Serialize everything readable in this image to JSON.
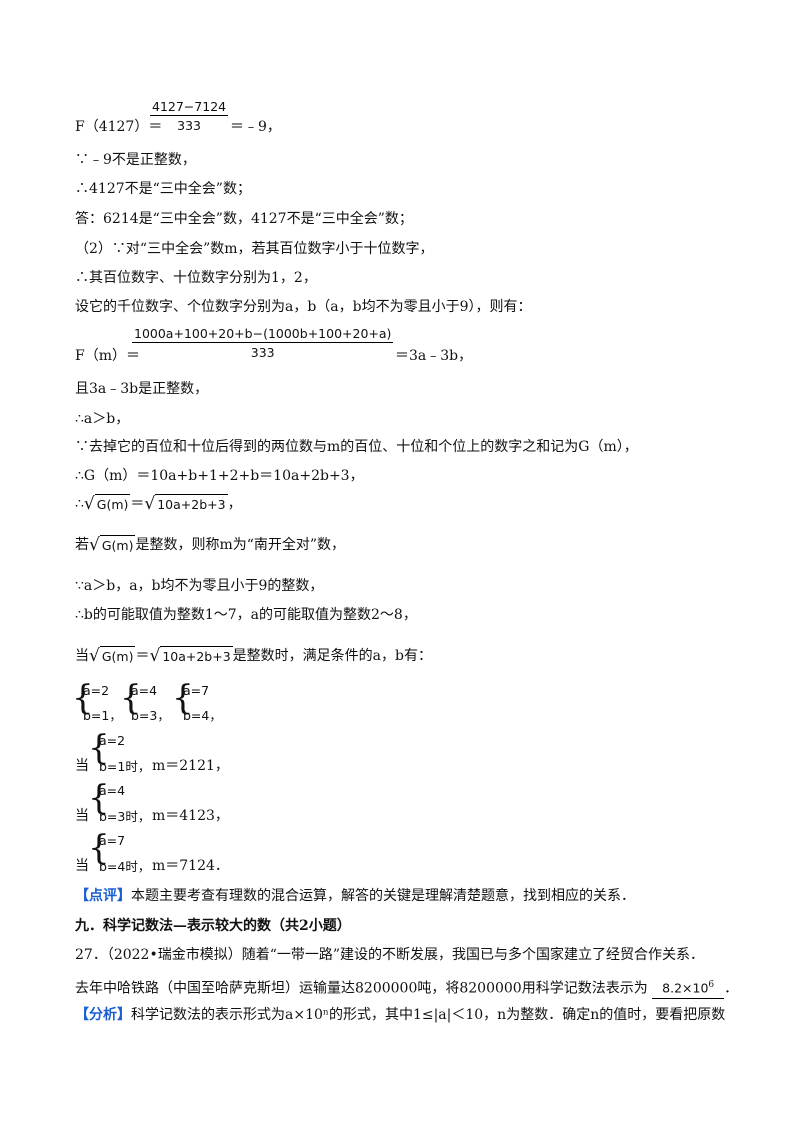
{
  "f4127": {
    "prefix": "F（4127）＝",
    "numerator": "4127−7124",
    "denominator": "333",
    "suffix": "＝﹣9，"
  },
  "lines": {
    "l1": "∵﹣9不是正整数，",
    "l2": "∴4127不是“三中全会”数；",
    "l3": "答：6214是“三中全会”数，4127不是“三中全会”数；",
    "l4": "（2）∵对“三中全会”数m，若其百位数字小于十位数字，",
    "l5": "∴其百位数字、十位数字分别为1，2，",
    "l6": "设它的千位数字、个位数字分别为a，b（a，b均不为零且小于9），则有：",
    "l8": "且3a﹣3b是正整数，",
    "l9": "∴a＞b，",
    "l10": "∵去掉它的百位和十位后得到的两位数与m的百位、十位和个位上的数字之和记为G（m），",
    "l11": "∴G（m）＝10a+b+1+2+b＝10a+2b+3，",
    "l14": "∵a＞b，a，b均不为零且小于9的整数，",
    "l15": "∴b的可能取值为整数1～7，a的可能取值为整数2～8，"
  },
  "fm": {
    "prefix": "F（m）＝",
    "numerator": "1000a+100+20+b−(1000b+100+20+a)",
    "denominator": "333",
    "suffix": "＝3a﹣3b，"
  },
  "sqrt_eq": {
    "therefore": "∴",
    "g": "G(m)",
    "eq": "＝",
    "expr": "10a+2b+3",
    "end": "，"
  },
  "nankai": {
    "pre": "若",
    "g": "G(m)",
    "post": "是整数，则称m为“南开全对”数，"
  },
  "when_line": {
    "pre": "当",
    "g": "G(m)",
    "eq": "＝",
    "expr": "10a+2b+3",
    "post": "是整数时，满足条件的a，b有："
  },
  "systems": [
    {
      "a": "a=2",
      "b": "b=1，"
    },
    {
      "a": "a=4",
      "b": "b=3，"
    },
    {
      "a": "a=7",
      "b": "b=4，"
    }
  ],
  "cases": [
    {
      "dang": "当",
      "a": "a=2",
      "b": "b=1时，",
      "m": "m＝2121，"
    },
    {
      "dang": "当",
      "a": "a=4",
      "b": "b=3时，",
      "m": "m＝4123，"
    },
    {
      "dang": "当",
      "a": "a=7",
      "b": "b=4时，",
      "m": "m＝7124．"
    }
  ],
  "comment": {
    "tag": "【点评】",
    "text": "本题主要考查有理数的混合运算，解答的关键是理解清楚题意，找到相应的关系．"
  },
  "section": "九．科学记数法—表示较大的数（共2小题）",
  "q27": {
    "line1": "27．（2022•瑞金市模拟）随着“一带一路”建设的不断发展，我国已与多个国家建立了经贸合作关系．",
    "line2": "去年中哈铁路（中国至哈萨克斯坦）运输量达8200000吨，将8200000用科学记数法表示为",
    "answer_base": "8.2×10",
    "answer_exp": "6",
    "end": "．"
  },
  "analysis": {
    "tag": "【分析】",
    "text": "科学记数法的表示形式为a×10ⁿ的形式，其中1≤|a|＜10，n为整数．确定n的值时，要看把原数"
  }
}
